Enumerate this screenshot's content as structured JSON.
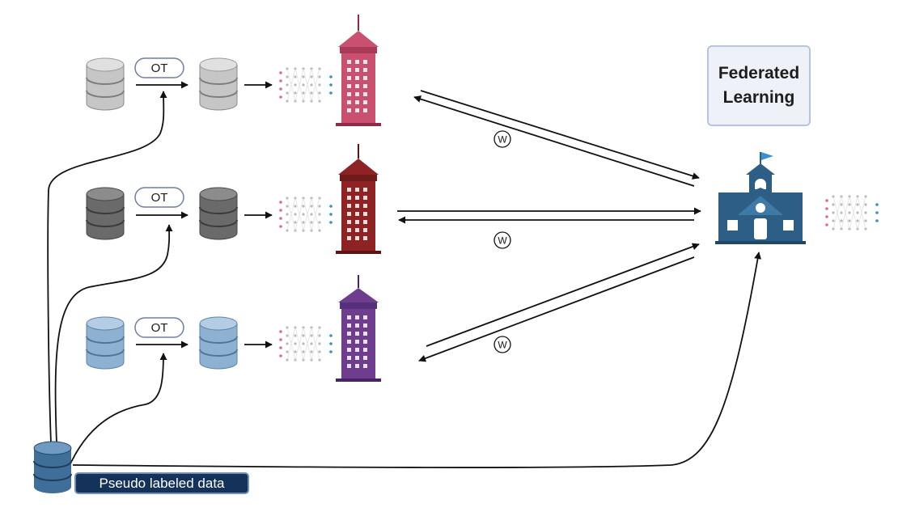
{
  "diagram": {
    "ot_labels": [
      "OT",
      "OT",
      "OT"
    ],
    "weight_labels": [
      "W",
      "W",
      "W"
    ],
    "federated_box": {
      "title": "Federated\nLearning"
    },
    "pseudo_data": {
      "label": "Pseudo labeled data"
    }
  },
  "colors": {
    "db_light_gray": "#c9c9c9",
    "db_dark_gray": "#6e6e6e",
    "db_blue": "#8fb3d3",
    "building_pink": "#c9506e",
    "building_red": "#8f2323",
    "building_purple": "#6e3d8e",
    "school": "#2d5f86",
    "pseudo_box": "#15335a",
    "dots_pink": "#e06b8b",
    "dots_blue": "#3a8fd0"
  }
}
